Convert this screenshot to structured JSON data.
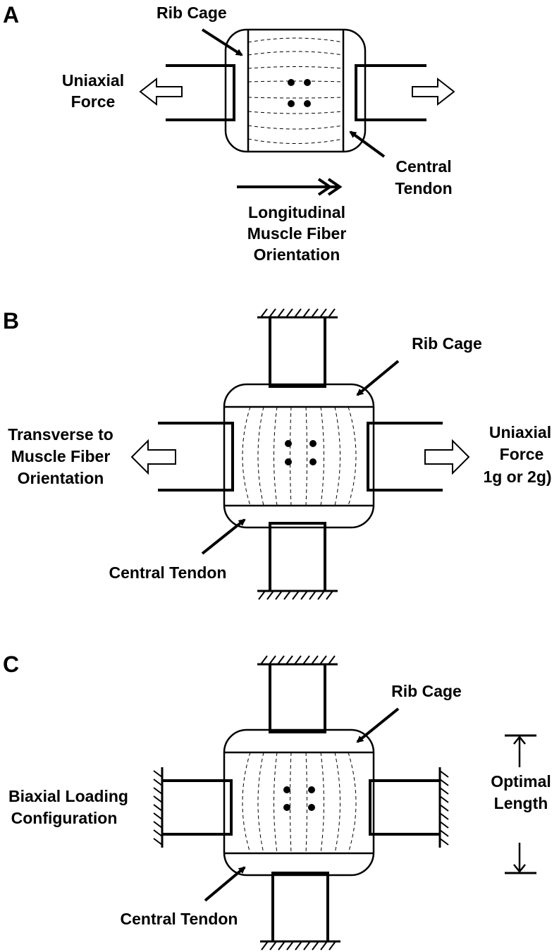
{
  "panels": {
    "a": {
      "letter": "A",
      "rib_cage": "Rib Cage",
      "force_line1": "Uniaxial",
      "force_line2": "Force",
      "tendon_line1": "Central",
      "tendon_line2": "Tendon",
      "orient_line1": "Longitudinal",
      "orient_line2": "Muscle Fiber",
      "orient_line3": "Orientation"
    },
    "b": {
      "letter": "B",
      "rib_cage": "Rib Cage",
      "left_line1": "Transverse to",
      "left_line2": "Muscle Fiber",
      "left_line3": "Orientation",
      "right_line1": "Uniaxial",
      "right_line2": "Force",
      "right_line3": "1g or 2g)",
      "tendon": "Central Tendon"
    },
    "c": {
      "letter": "C",
      "rib_cage": "Rib Cage",
      "left_line1": "Biaxial Loading",
      "left_line2": "Configuration",
      "right_line1": "Optimal",
      "right_line2": "Length",
      "tendon": "Central Tendon"
    }
  }
}
